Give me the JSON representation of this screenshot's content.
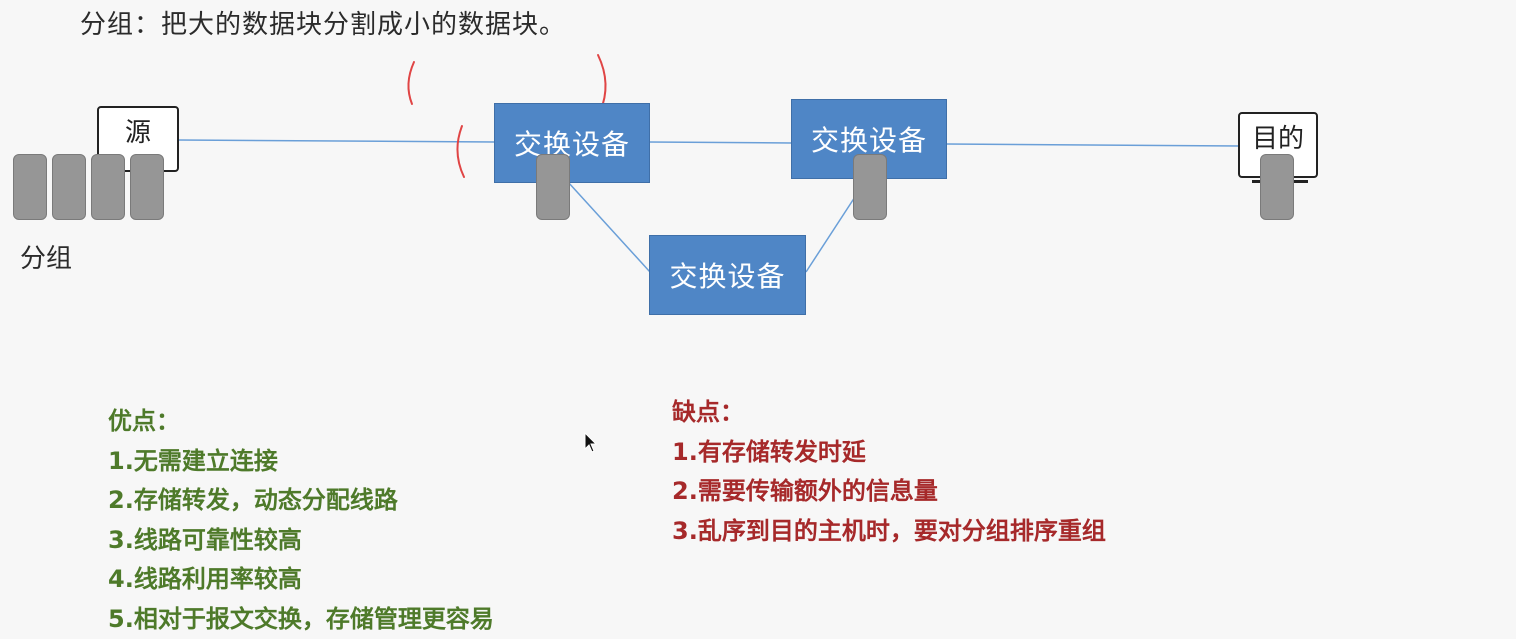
{
  "title": "分组：把大的数据块分割成小的数据块。",
  "diagram": {
    "source_label": "源",
    "destination_label": "目的",
    "switches": [
      "交换设备",
      "交换设备",
      "交换设备"
    ],
    "packets_label": "分组"
  },
  "advantages": {
    "heading": "优点：",
    "items": [
      "1.无需建立连接",
      "2.存储转发，动态分配线路",
      "3.线路可靠性较高",
      "4.线路利用率较高",
      "5.相对于报文交换，存储管理更容易"
    ]
  },
  "disadvantages": {
    "heading": "缺点：",
    "items": [
      "1.有存储转发时延",
      "2.需要传输额外的信息量",
      "3.乱序到目的主机时，要对分组排序重组"
    ]
  },
  "colors": {
    "switch_fill": "#4f86c6",
    "link": "#6a9fd8",
    "annotation": "#e04545",
    "advantages_text": "#4e7a2a",
    "disadvantages_text": "#a6292a"
  }
}
